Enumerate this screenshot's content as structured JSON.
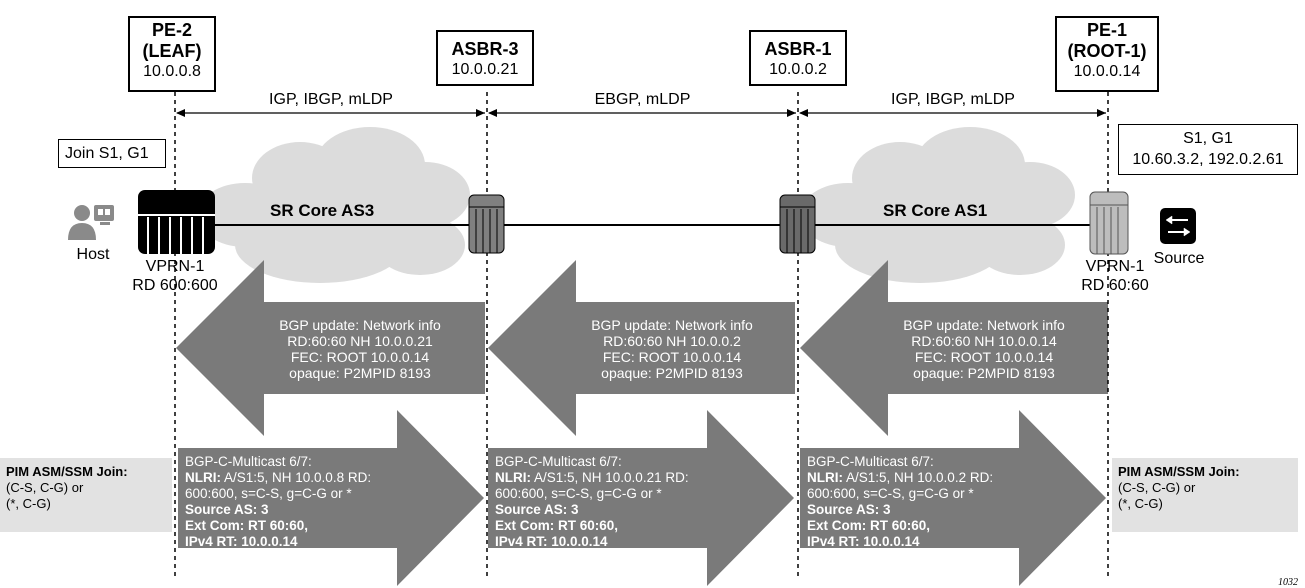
{
  "nodes": {
    "pe2": {
      "name_line1": "PE-2",
      "name_line2": "(LEAF)",
      "ip": "10.0.0.8"
    },
    "asbr3": {
      "name": "ASBR-3",
      "ip": "10.0.0.21"
    },
    "asbr1": {
      "name": "ASBR-1",
      "ip": "10.0.0.2"
    },
    "pe1": {
      "name_line1": "PE-1",
      "name_line2": "(ROOT-1)",
      "ip": "10.0.0.14"
    }
  },
  "segments": {
    "seg1": "IGP, IBGP, mLDP",
    "seg2": "EBGP, mLDP",
    "seg3": "IGP, IBGP, mLDP"
  },
  "join_box": "Join S1, G1",
  "source_box": {
    "line1": "S1, G1",
    "line2": "10.60.3.2, 192.0.2.61"
  },
  "clouds": {
    "as3": "SR Core AS3",
    "as1": "SR Core AS1"
  },
  "host_label": "Host",
  "source_label": "Source",
  "vprn_left": {
    "line1": "VPRN-1",
    "line2": "RD 600:600"
  },
  "vprn_right": {
    "line1": "VPRN-1",
    "line2": "RD 60:60"
  },
  "bgp_updates": [
    {
      "line1": "BGP update: Network info",
      "line2": "RD:60:60 NH 10.0.0.21",
      "line3": "FEC: ROOT 10.0.0.14",
      "line4": "opaque: P2MPID 8193"
    },
    {
      "line1": "BGP update: Network info",
      "line2": "RD:60:60 NH 10.0.0.2",
      "line3": "FEC: ROOT 10.0.0.14",
      "line4": "opaque: P2MPID 8193"
    },
    {
      "line1": "BGP update: Network info",
      "line2": "RD:60:60 NH 10.0.0.14",
      "line3": "FEC: ROOT 10.0.0.14",
      "line4": "opaque: P2MPID 8193"
    }
  ],
  "bgp_multicast": [
    {
      "title": "BGP-C-Multicast 6/7:",
      "nlri_label": "NLRI:",
      "nlri_text": " A/S1:5, NH 10.0.0.8 RD:",
      "line3": "600:600, s=C-S, g=C-G or *",
      "source_as": "Source AS: 3",
      "ext_com": "Ext Com: RT 60:60,",
      "ipv4_rt": "IPv4 RT: 10.0.0.14"
    },
    {
      "title": "BGP-C-Multicast 6/7:",
      "nlri_label": "NLRI:",
      "nlri_text": " A/S1:5, NH 10.0.0.21 RD:",
      "line3": "600:600, s=C-S, g=C-G or *",
      "source_as": "Source AS: 3",
      "ext_com": "Ext Com: RT 60:60,",
      "ipv4_rt": "IPv4 RT: 10.0.0.14"
    },
    {
      "title": "BGP-C-Multicast 6/7:",
      "nlri_label": "NLRI:",
      "nlri_text": " A/S1:5, NH 10.0.0.2 RD:",
      "line3": "600:600, s=C-S, g=C-G or *",
      "source_as": "Source AS: 3",
      "ext_com": "Ext Com: RT 60:60,",
      "ipv4_rt": "IPv4 RT: 10.0.0.14"
    }
  ],
  "pim_left": {
    "title": "PIM ASM/SSM Join:",
    "line2": "(C-S, C-G) or",
    "line3": "(*, C-G)"
  },
  "pim_right": {
    "title": "PIM ASM/SSM Join:",
    "line2": "(C-S, C-G) or",
    "line3": "(*, C-G)"
  },
  "figure_id": "1032"
}
